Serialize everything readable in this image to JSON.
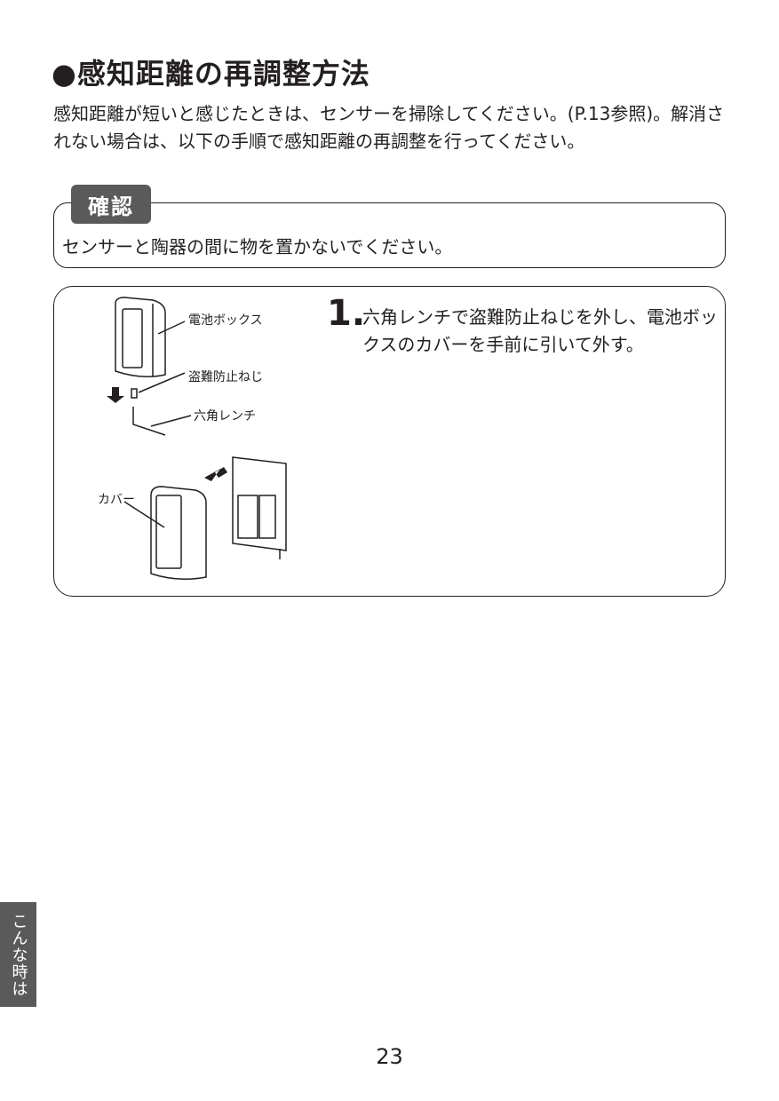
{
  "title": "●感知距離の再調整方法",
  "intro": "感知距離が短いと感じたときは、センサーを掃除してください。(P.13参照)。解消されない場合は、以下の手順で感知距離の再調整を行ってください。",
  "confirm": {
    "badge": "確認",
    "text": "センサーと陶器の間に物を置かないでください。"
  },
  "step": {
    "number": "1.",
    "text": "六角レンチで盗難防止ねじを外し、電池ボックスのカバーを手前に引いて外す。",
    "figure_labels": {
      "battery_box": "電池ボックス",
      "screw": "盗難防止ねじ",
      "wrench": "六角レンチ",
      "cover": "カバー"
    }
  },
  "side_tab": "こんな時は",
  "page_number": "23"
}
